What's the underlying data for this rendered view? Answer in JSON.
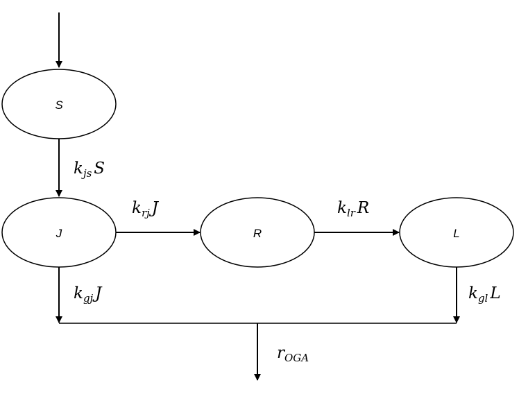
{
  "nodes": {
    "s": {
      "label": "S"
    },
    "j": {
      "label": "J"
    },
    "r": {
      "label": "R"
    },
    "l": {
      "label": "L"
    }
  },
  "edges": {
    "input_to_s": {
      "label": null
    },
    "s_to_j": {
      "base": "k",
      "sub": "js",
      "var": "S"
    },
    "j_to_r": {
      "base": "k",
      "sub": "rj",
      "var": "J"
    },
    "r_to_l": {
      "base": "k",
      "sub": "lr",
      "var": "R"
    },
    "j_to_out": {
      "base": "k",
      "sub": "gj",
      "var": "J"
    },
    "l_to_out": {
      "base": "k",
      "sub": "gl",
      "var": "L"
    },
    "output": {
      "base": "r",
      "sub": "OGA"
    }
  },
  "colors": {
    "stroke": "#000000",
    "background": "#ffffff"
  }
}
